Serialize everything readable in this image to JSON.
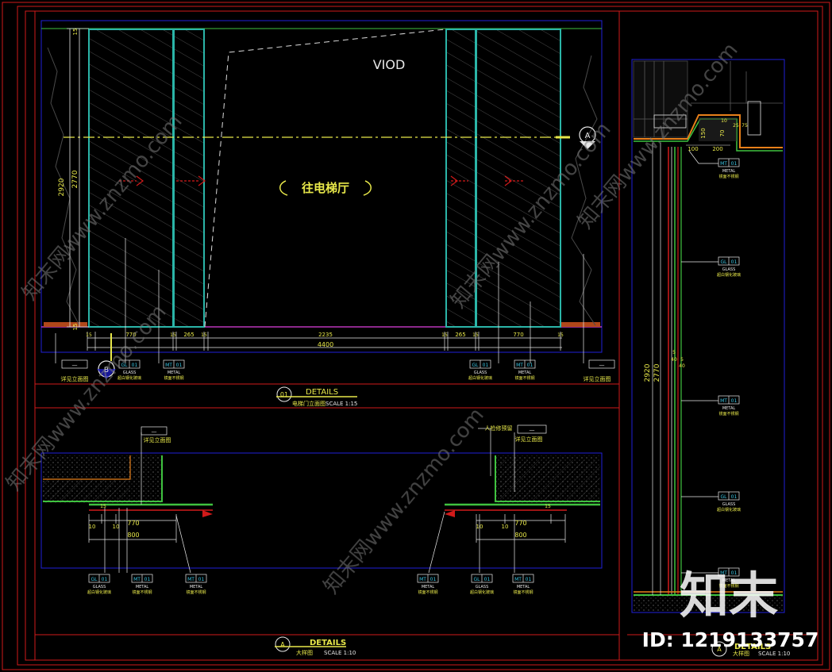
{
  "colors": {
    "frame": "#d11a1a",
    "viewport": "#2020d8",
    "glass": "#2bb5a8",
    "green": "#3fc23f",
    "yellow": "#e8e84a",
    "white": "#e8e8e8",
    "cyan": "#3cc8e6",
    "orange": "#e8801a",
    "magenta": "#e040e0",
    "watermark": "#7a7a7a",
    "background": "#000000"
  },
  "elevation": {
    "void_label": "VIOD",
    "direction_text": "往电梯厅",
    "section_marker": "A",
    "section_marker_left": "B",
    "dims_vertical": {
      "outer": "2920",
      "inner": "2770",
      "top": "15",
      "bottom": "15"
    },
    "dims_bottom": [
      "15",
      "770",
      "15",
      "265",
      "15",
      "2235",
      "15",
      "265",
      "15",
      "770",
      "15"
    ],
    "dim_total": "4400",
    "tags": [
      {
        "code": "GL",
        "num": "01",
        "mat": "GLASS",
        "desc": "超白钢化玻璃"
      },
      {
        "code": "MT",
        "num": "01",
        "mat": "METAL",
        "desc": "镜面不锈钢"
      },
      {
        "code": "GL",
        "num": "01",
        "mat": "GLASS",
        "desc": "超白钢化玻璃"
      },
      {
        "code": "MT",
        "num": "01",
        "mat": "METAL",
        "desc": "镜面不锈钢"
      }
    ],
    "ref_left": "详见立面图",
    "ref_right": "详见立面图",
    "ref_code": "—"
  },
  "details_title": {
    "number": "01",
    "title": "DETAILS",
    "subtitle": "电梯门立面图",
    "scale": "SCALE  1:15"
  },
  "plan": {
    "dims_left": [
      "770",
      "800",
      "10",
      "10",
      "15"
    ],
    "dims_right": [
      "770",
      "800",
      "10",
      "10",
      "15"
    ],
    "ref_left": "详见立面图",
    "ref_right": "详见立面图",
    "ref_note": "人检修预留",
    "tags_left": [
      {
        "code": "GL",
        "num": "01",
        "mat": "GLASS",
        "desc": "超白钢化玻璃"
      },
      {
        "code": "MT",
        "num": "01",
        "mat": "METAL",
        "desc": "镜面不锈钢"
      },
      {
        "code": "MT",
        "num": "01",
        "mat": "METAL",
        "desc": "镜面不锈钢"
      }
    ],
    "tags_right": [
      {
        "code": "MT",
        "num": "01",
        "mat": "METAL",
        "desc": "镜面不锈钢"
      },
      {
        "code": "GL",
        "num": "01",
        "mat": "GLASS",
        "desc": "超白钢化玻璃"
      },
      {
        "code": "MT",
        "num": "01",
        "mat": "METAL",
        "desc": "镜面不锈钢"
      }
    ]
  },
  "plan_title": {
    "marker": "A",
    "title": "DETAILS",
    "subtitle": "大样图",
    "scale": "SCALE  1:10"
  },
  "section": {
    "dims_top": [
      "150",
      "70",
      "10",
      "25",
      "75",
      "100",
      "200"
    ],
    "dims_vertical": {
      "outer": "2920",
      "inner": "2770",
      "small": [
        "5",
        "40",
        "5",
        "40"
      ]
    },
    "tags": [
      {
        "code": "MT",
        "num": "01",
        "mat": "METAL",
        "desc": "镜面不锈钢"
      },
      {
        "code": "GL",
        "num": "01",
        "mat": "GLASS",
        "desc": "超白钢化玻璃"
      },
      {
        "code": "MT",
        "num": "01",
        "mat": "METAL",
        "desc": "镜面不锈钢"
      },
      {
        "code": "GL",
        "num": "01",
        "mat": "GLASS",
        "desc": "超白钢化玻璃"
      },
      {
        "code": "MT",
        "num": "01",
        "mat": "METAL",
        "desc": "镜面不锈钢"
      }
    ]
  },
  "section_title": {
    "marker": "A",
    "title": "DETAILS",
    "subtitle": "大样图",
    "scale": "SCALE  1:10"
  },
  "watermarks": [
    "知末网www.znzmo.com",
    "知末网www.znzmo.com",
    "知末网www.znzmo.com",
    "知末网www.znzmo.com",
    "知末网www.znzmo.com"
  ],
  "logo": "知末",
  "id_label": "ID: 1219133757"
}
